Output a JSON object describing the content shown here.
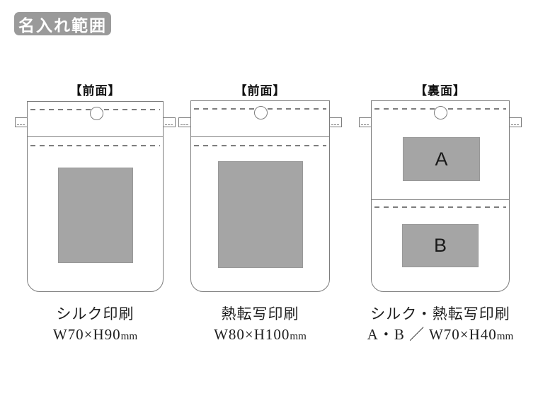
{
  "page": {
    "title_badge": "名入れ範囲"
  },
  "colors": {
    "badge_bg": "#9a9a9a",
    "outline_gray": "#7d7d7d",
    "print_area_fill": "#a5a5a5",
    "text": "#1e1e1e"
  },
  "panels": [
    {
      "side_label": "【前面】",
      "print_method": "シルク印刷",
      "print_size": "W70×H90",
      "unit": "mm"
    },
    {
      "side_label": "【前面】",
      "print_method": "熱転写印刷",
      "print_size": "W80×H100",
      "unit": "mm"
    },
    {
      "side_label": "【裏面】",
      "print_method": "シルク・熱転写印刷",
      "print_size": "A・B ／ W70×H40",
      "unit": "mm",
      "zones": [
        {
          "label": "A"
        },
        {
          "label": "B"
        }
      ]
    }
  ]
}
